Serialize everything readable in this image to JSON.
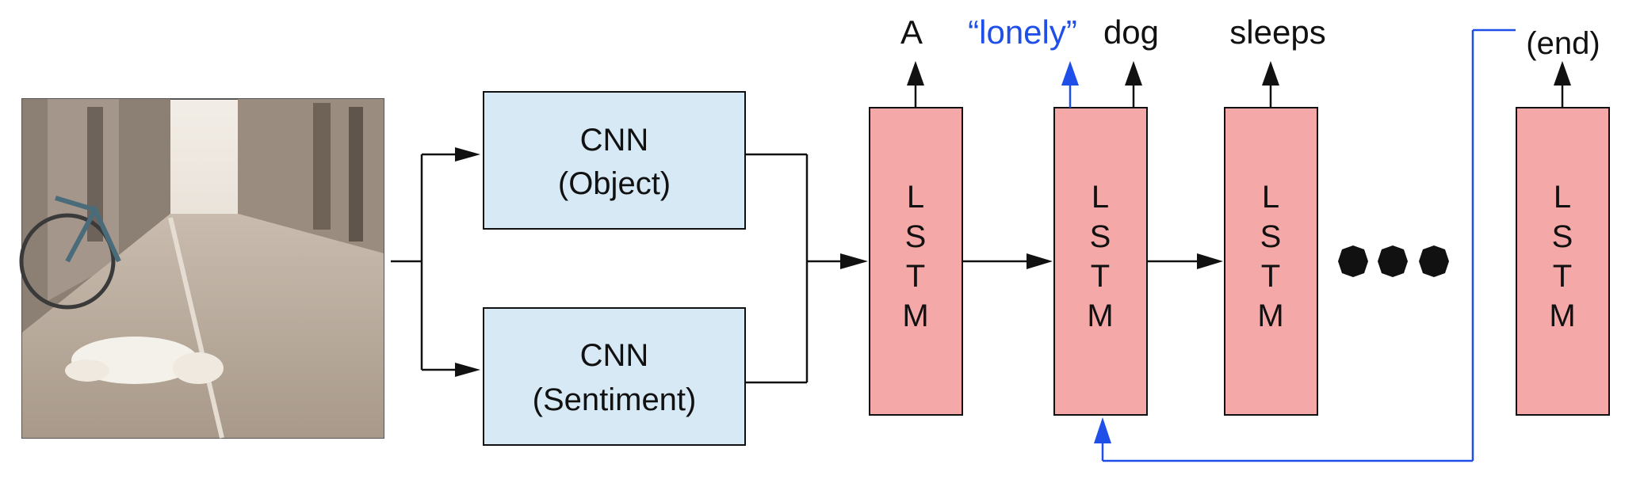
{
  "colors": {
    "cnn_fill": "#d6e9f5",
    "lstm_fill": "#f5a8a8",
    "stroke": "#111111",
    "highlight": "#1f4ee8"
  },
  "cnn_object": {
    "line1": "CNN",
    "line2": "(Object)"
  },
  "cnn_sentiment": {
    "line1": "CNN",
    "line2": "(Sentiment)"
  },
  "lstm_letters": [
    "L",
    "S",
    "T",
    "M"
  ],
  "outputs": {
    "word_a": "A",
    "word_lonely": "“lonely”",
    "word_dog": "dog",
    "word_sleeps": "sleeps",
    "word_end": "(end)"
  },
  "ellipsis_icon": "three-dots",
  "photo": "street scene with a bicycle and a dog lying on cobblestones"
}
